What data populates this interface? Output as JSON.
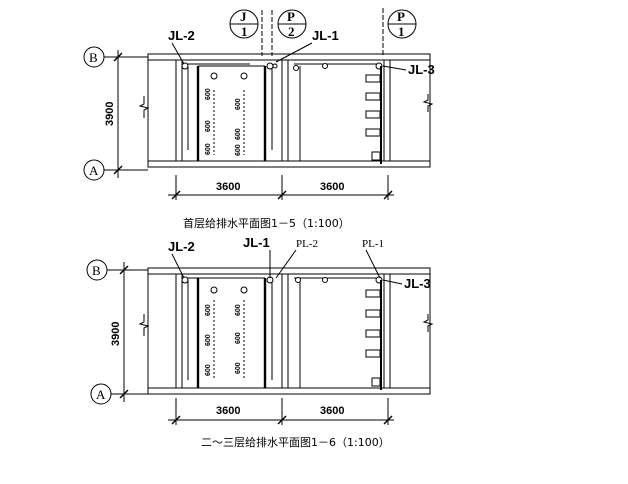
{
  "plan1": {
    "caption": "首层给排水平面图1－5（1:100）",
    "labels": {
      "jl2": "JL-2",
      "jl1": "JL-1",
      "jl3": "JL-3"
    },
    "callouts": [
      {
        "top": "J",
        "bottom": "1"
      },
      {
        "top": "P",
        "bottom": "2"
      },
      {
        "top": "P",
        "bottom": "1"
      }
    ],
    "axes": {
      "top": "B",
      "bottom": "A"
    },
    "height_dim": "3900",
    "width_dims": [
      "3600",
      "3600"
    ],
    "spacing": [
      "600",
      "600",
      "600",
      "600",
      "600",
      "600"
    ]
  },
  "plan2": {
    "caption": "二～三层给排水平面图1－6（1:100）",
    "labels": {
      "jl2": "JL-2",
      "jl1": "JL-1",
      "pl2": "PL-2",
      "pl1": "PL-1",
      "jl3": "JL-3"
    },
    "axes": {
      "top": "B",
      "bottom": "A"
    },
    "height_dim": "3900",
    "width_dims": [
      "3600",
      "3600"
    ],
    "spacing": [
      "600",
      "600",
      "600",
      "600",
      "600",
      "600"
    ]
  }
}
